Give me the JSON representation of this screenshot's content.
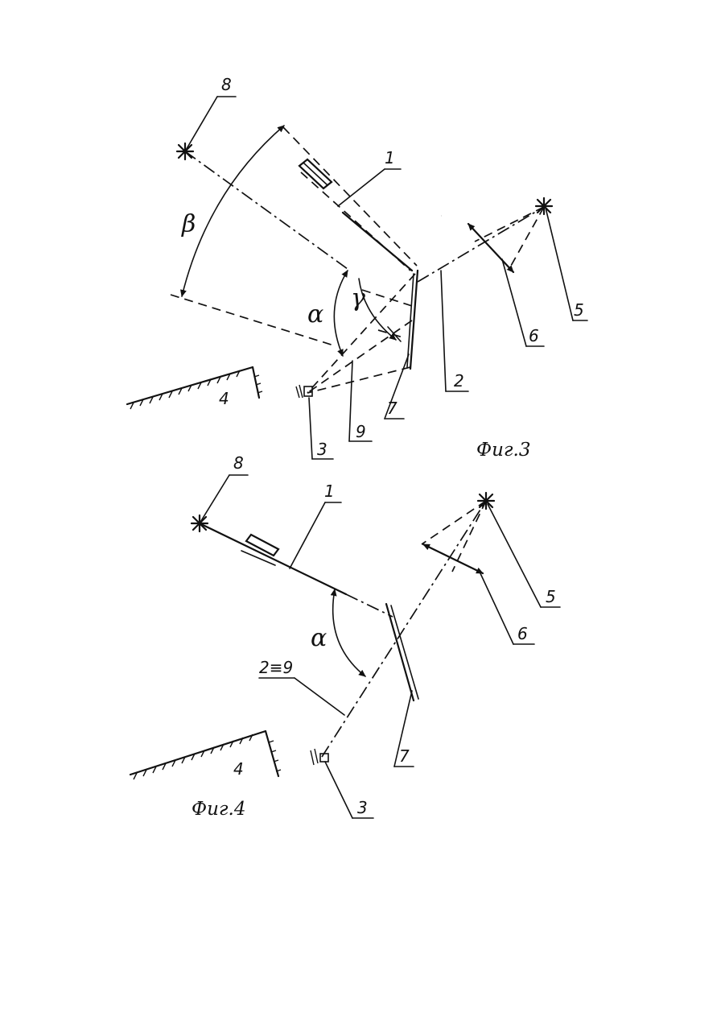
{
  "figures": [
    {
      "caption": "Фиг.3",
      "labels": [
        "8",
        "1",
        "5",
        "6",
        "2",
        "7",
        "9",
        "3",
        "4"
      ],
      "angles": [
        "β",
        "α",
        "γ"
      ]
    },
    {
      "caption": "Фиг.4",
      "labels": [
        "8",
        "1",
        "5",
        "6",
        "2≡9",
        "7",
        "3",
        "4"
      ],
      "angles": [
        "α"
      ]
    }
  ]
}
